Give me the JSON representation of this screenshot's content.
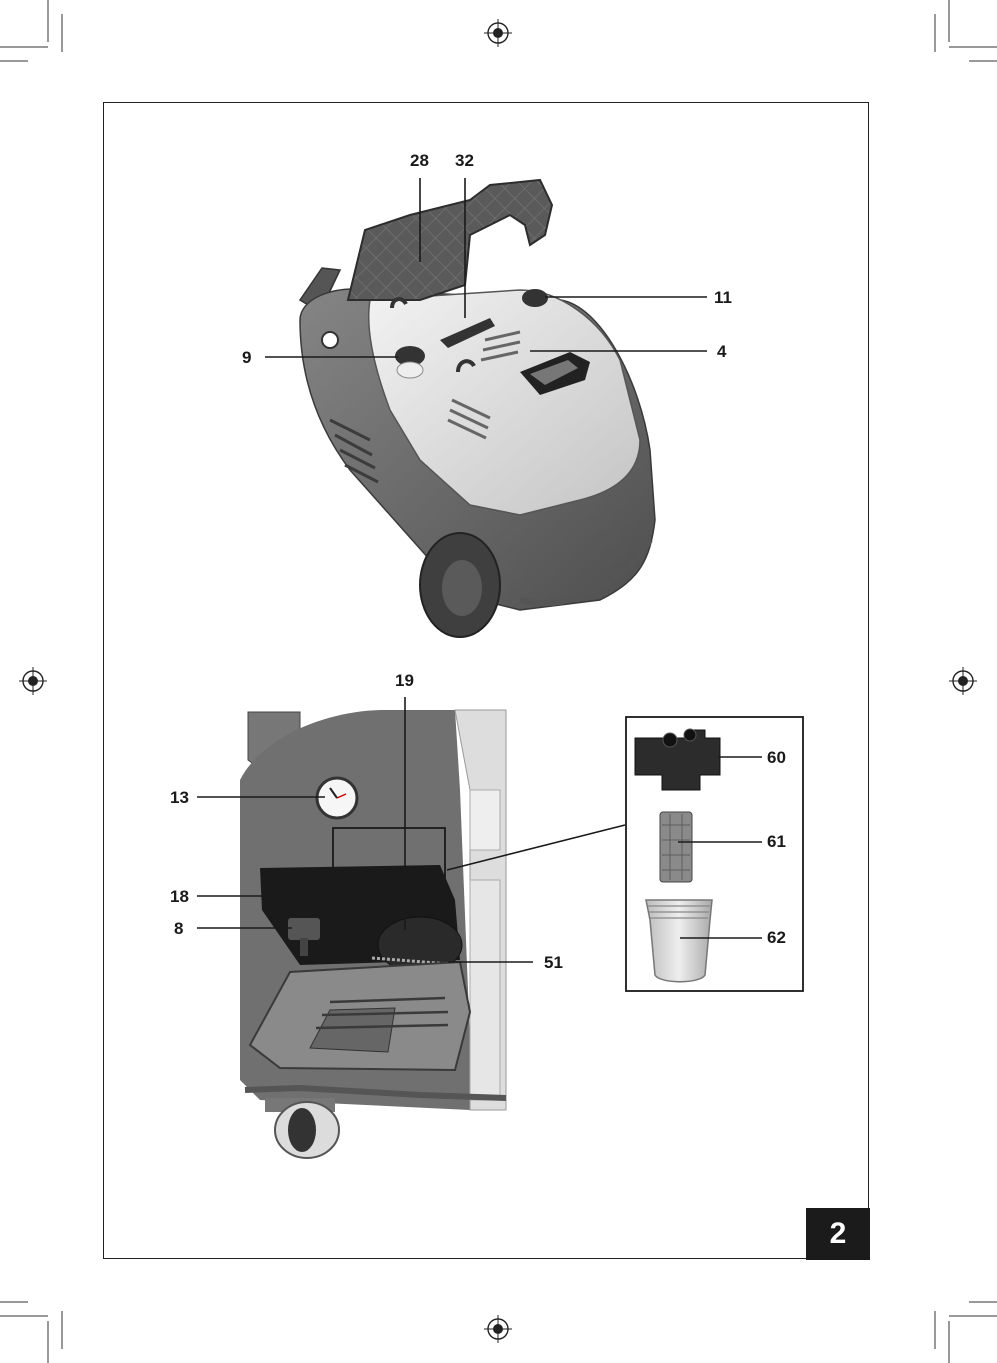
{
  "page": {
    "number": "2"
  },
  "callouts": {
    "c28": "28",
    "c32": "32",
    "c11": "11",
    "c9": "9",
    "c4": "4",
    "c19": "19",
    "c13": "13",
    "c18": "18",
    "c8": "8",
    "c51": "51",
    "c60": "60",
    "c61": "61",
    "c62": "62"
  },
  "icons": {
    "registration_mark": "registration-mark-icon",
    "crop_mark": "crop-mark-icon"
  },
  "colors": {
    "body_dark": "#6e6e6e",
    "body_light": "#d9d9d9",
    "line": "#1a1a1a",
    "page_badge": "#1b1b1b"
  }
}
